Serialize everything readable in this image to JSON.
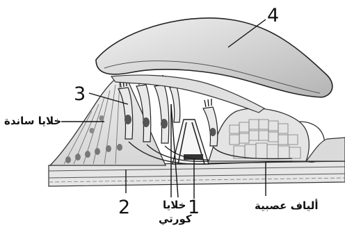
{
  "labels": {
    "n1": "1",
    "n2": "2",
    "n3": "3",
    "n4": "4",
    "supporting_cells": "خلايا ساندة",
    "corti_cells_line1": "خلايا",
    "corti_cells_line2": "كورتي",
    "nerve_fibers": "ألياف عصبية"
  }
}
